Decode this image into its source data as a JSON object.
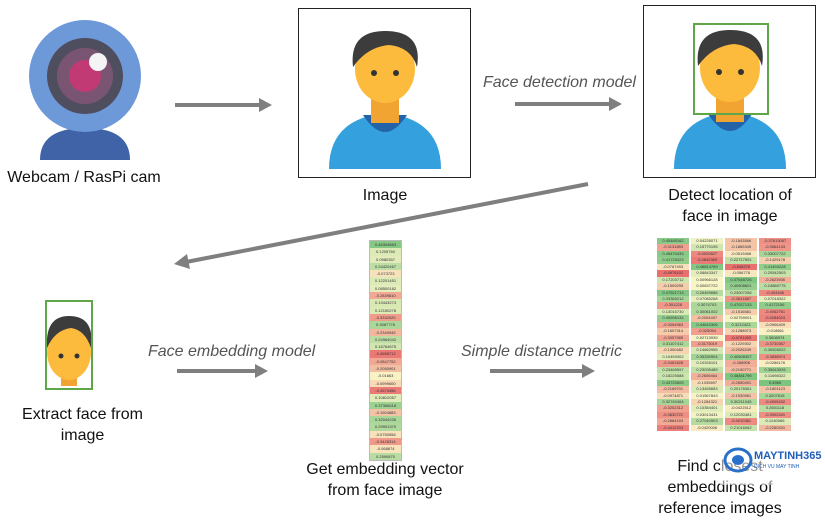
{
  "labels": {
    "webcam": "Webcam / RasPi cam",
    "image": "Image",
    "detect_line1": "Detect location of",
    "detect_line2": "face in image",
    "extract_line1": "Extract face from",
    "extract_line2": "image",
    "embed_line1": "Get embedding vector",
    "embed_line2": "from face image",
    "find_line1": "Find closest",
    "find_line2": "embeddings of",
    "find_line3": "reference images"
  },
  "arrows": {
    "face_detection": "Face detection model",
    "face_embedding": "Face embedding model",
    "distance": "Simple distance metric"
  },
  "watermark": {
    "brand": "MAYTINH365",
    "tagline": "DICH VU MAY TINH"
  },
  "colors": {
    "arrow": "#7f7f7f",
    "face_box": "#5fa648",
    "camera_body": "#6d99d8",
    "skin": "#fdbb3e",
    "hair": "#3c3c3c",
    "shirt": "#34a0dd",
    "positive": "#7cc47f",
    "negative": "#ea6f6f"
  },
  "embedding_values": [
    "0.46304663",
    "0.1205760",
    "0.0980357",
    "0.24420467",
    "-0.073723",
    "0.12201451",
    "0.08500182",
    "-0.2839810",
    "0.13443273",
    "0.12150278",
    "-0.3332920",
    "0.3087778",
    "-0.2340945",
    "0.24964042",
    "0.16764675",
    "-0.4656712",
    "-0.2847752",
    "-0.2050901",
    "-0.01663",
    "-0.0999600",
    "-0.4573456",
    "0.10812057",
    "0.37306518",
    "-0.1904883",
    "0.32044226",
    "0.29901370",
    "-0.0750558",
    "-0.3428314",
    "-0.068674",
    "0.2590870"
  ],
  "matrix_values": [
    [
      "0.45485162",
      "-0.3131893",
      "0.45470433",
      "0.41725323",
      "-0.0767493",
      "-0.4976102",
      "0.17203712",
      "-0.1509295",
      "0.47521713",
      "0.33365212",
      "-0.351228",
      "0.13015730",
      "0.40596134",
      "-0.3054963",
      "-0.1607314",
      "-0.3057985",
      "0.31107412",
      "-0.1300482",
      "0.10459302",
      "-0.3461828",
      "0.23465597",
      "0.18225588",
      "0.43720609",
      "-0.2169701",
      "-0.0974871",
      "0.32740464",
      "-0.3202312",
      "-0.3830722",
      "-0.2884153",
      "-0.4412203"
    ],
    [
      "0.04226071",
      "0.15770195",
      "-0.4020827",
      "-0.4642369",
      "0.46814769",
      "0.08843347",
      "0.00966128",
      "0.00637722",
      "0.26459686",
      "0.07085268",
      "0.3074703",
      "0.30061002",
      "-0.2004497",
      "0.44643306",
      "-0.325094",
      "0.02713939",
      "-0.3173019",
      "0.14662955",
      "0.35330904",
      "0.10326101",
      "0.23035489",
      "-0.2606464",
      "-0.1035697",
      "0.13455683",
      "0.01567843",
      "-0.1284321",
      "0.10354401",
      "0.03013431",
      "0.27040503",
      "-0.0420006"
    ],
    [
      "-0.1843566",
      "-0.1865345",
      "-0.0519468",
      "0.22717591",
      "-0.846276",
      "-0.056778",
      "0.47548726",
      "0.40508601",
      "0.23007256",
      "-0.3641887",
      "0.47027133",
      "-0.1516581",
      "0.02759001",
      "0.3212423",
      "-0.1288973",
      "-0.4791453",
      "-0.1229302",
      "-0.2026249",
      "0.40508307",
      "-0.268906",
      "-0.2190771",
      "0.48481795",
      "-0.2650491",
      "0.20178361",
      "-0.1930581",
      "0.30211045",
      "-0.0422512",
      "0.12030481",
      "-0.4010381",
      "0.21016062"
    ],
    [
      "-0.37613067",
      "-0.3564133",
      "0.33007722",
      "-0.1429178",
      "0.41494228",
      "0.20542503",
      "-0.2623936",
      "0.24889775",
      "-0.404166",
      "0.07018322",
      "0.4172156",
      "-0.4052761",
      "-0.4284024",
      "-0.0906409",
      "-0.018661",
      "0.3608974",
      "-0.3730367",
      "0.30526022",
      "-0.3838974",
      "-0.0286176",
      "0.35643026",
      "0.11698322",
      "0.4965",
      "-0.1801123",
      "0.3207815",
      "-0.4005432",
      "0.2601118",
      "-0.3902441",
      "0.1240065",
      "-0.2260431"
    ]
  ]
}
